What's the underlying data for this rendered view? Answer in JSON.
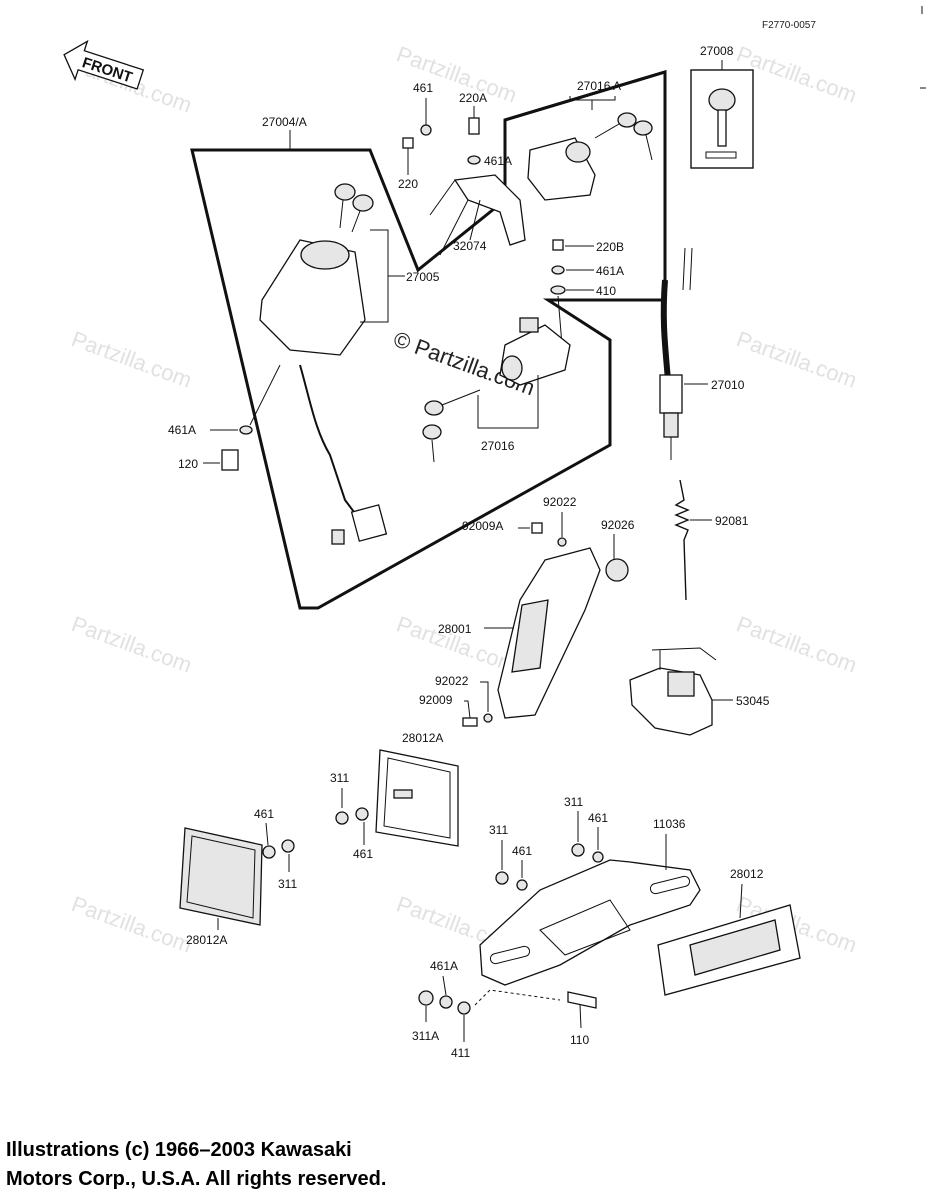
{
  "diagram_code": "F2770-0057",
  "front_label": "FRONT",
  "watermark": "Partzilla.com",
  "watermark_center": "© Partzilla.com",
  "part_labels": {
    "p27008": "27008",
    "p461_top": "461",
    "p220A": "220A",
    "p27016A": "27016 A",
    "p27004A": "27004/A",
    "p220": "220",
    "p461A_top": "461A",
    "p32074": "32074",
    "p220B": "220B",
    "p461A_mid": "461A",
    "p410": "410",
    "p27005": "27005",
    "p27010": "27010",
    "p461A_left": "461A",
    "p120": "120",
    "p27016": "27016",
    "p92022_top": "92022",
    "p92009A": "92009A",
    "p92026": "92026",
    "p92081": "92081",
    "p28001": "28001",
    "p92022_bot": "92022",
    "p92009": "92009",
    "p53045": "53045",
    "p28012A_top": "28012A",
    "p311_mid": "311",
    "p461_mid": "461",
    "p461_left": "461",
    "p311_left": "311",
    "p28012A_bot": "28012A",
    "p311_r1": "311",
    "p461_r1": "461",
    "p11036": "11036",
    "p311_r2": "311",
    "p461_r2": "461",
    "p28012": "28012",
    "p461A_bot": "461A",
    "p311A": "311A",
    "p411": "411",
    "p110": "110"
  },
  "copyright": {
    "line1": "Illustrations (c) 1966–2003 Kawasaki",
    "line2": "Motors Corp., U.S.A.  All rights reserved."
  }
}
